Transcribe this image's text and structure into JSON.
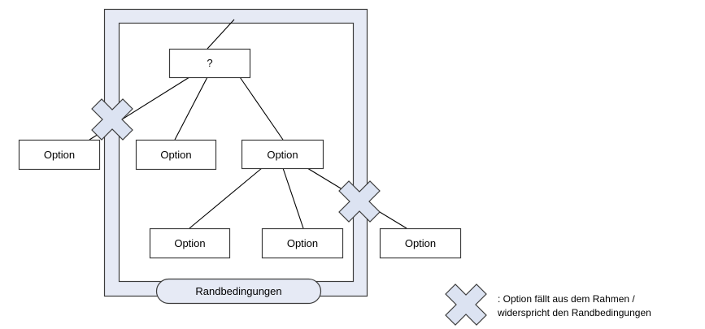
{
  "nodes": {
    "root": "?",
    "outside_left": "Option",
    "child_middle": "Option",
    "child_right": "Option",
    "grandchild_left": "Option",
    "grandchild_middle": "Option",
    "grandchild_outside_right": "Option"
  },
  "frame": {
    "label": "Randbedingungen"
  },
  "legend": {
    "line1": ": Option fällt aus dem Rahmen /",
    "line2": "widerspricht den Randbedingungen"
  },
  "colors": {
    "frame_fill": "#e6eaf5",
    "stroke": "#3c3c3c",
    "cross_fill": "#dce3f2"
  }
}
